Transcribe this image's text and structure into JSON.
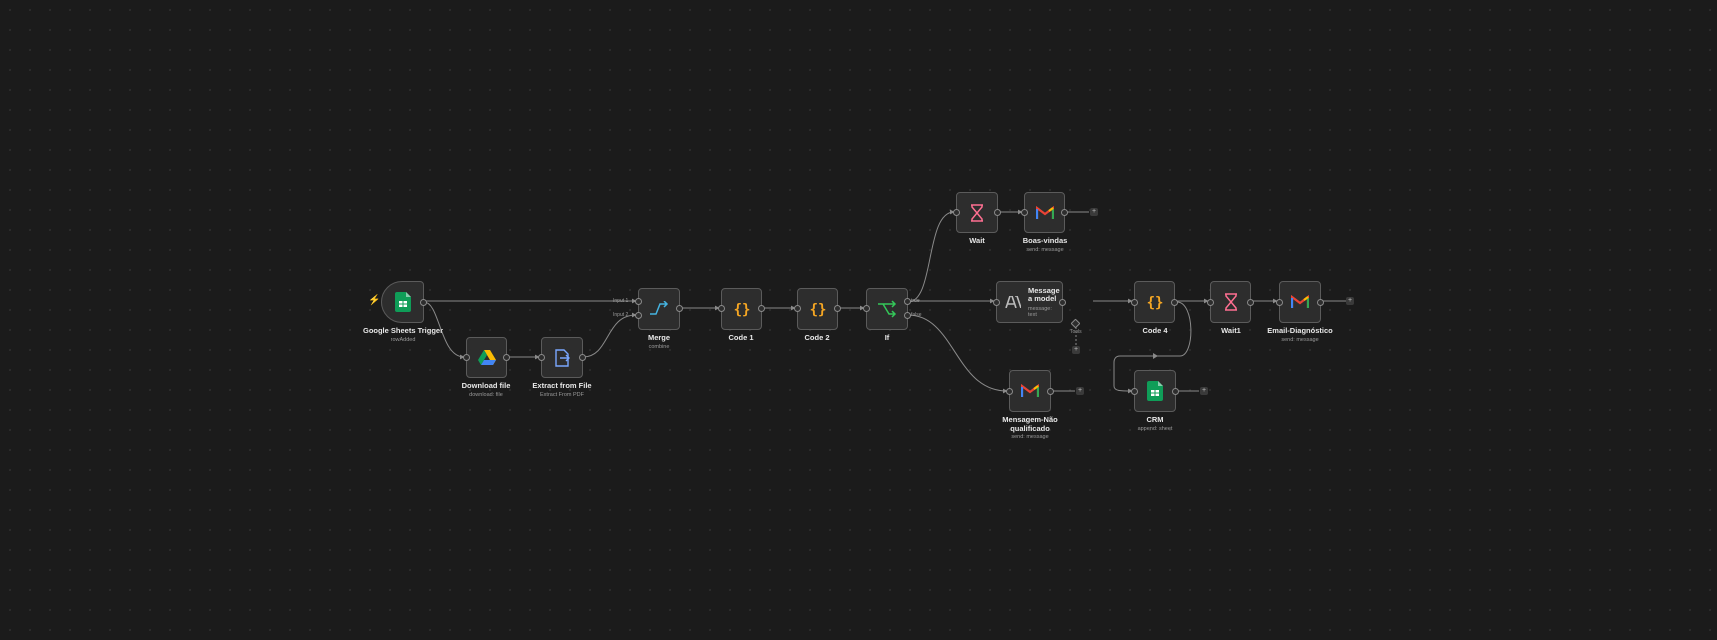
{
  "nodes": {
    "google_sheets_trigger": {
      "title": "Google Sheets Trigger",
      "sub": "rowAdded",
      "icon": "google-sheets-icon"
    },
    "download_file": {
      "title": "Download file",
      "sub": "download: file",
      "icon": "google-drive-icon"
    },
    "extract_from_file": {
      "title": "Extract from File",
      "sub": "Extract From PDF",
      "icon": "extract-file-icon"
    },
    "merge": {
      "title": "Merge",
      "sub": "combine",
      "icon": "merge-icon",
      "input1": "Input 1",
      "input2": "Input 2"
    },
    "code1": {
      "title": "Code 1",
      "icon": "code-braces-icon"
    },
    "code2": {
      "title": "Code 2",
      "icon": "code-braces-icon"
    },
    "if": {
      "title": "If",
      "icon": "if-branch-icon",
      "true_label": "true",
      "false_label": "false"
    },
    "wait": {
      "title": "Wait",
      "icon": "hourglass-icon"
    },
    "boas_vindas": {
      "title": "Boas-vindas",
      "sub": "send: message",
      "icon": "gmail-icon"
    },
    "message_model": {
      "title": "Message a model",
      "sub": "message: text",
      "icon": "anthropic-icon",
      "tools_label": "Tools"
    },
    "code4": {
      "title": "Code 4",
      "icon": "code-braces-icon"
    },
    "wait1": {
      "title": "Wait1",
      "icon": "hourglass-icon"
    },
    "email_diagnostico": {
      "title": "Email-Diagnóstico",
      "sub": "send: message",
      "icon": "gmail-icon"
    },
    "mensagem_nao": {
      "title": "Mensagem-Não qualificado",
      "sub": "send: message",
      "icon": "gmail-icon"
    },
    "crm": {
      "title": "CRM",
      "sub": "append: sheet",
      "icon": "google-sheets-icon"
    }
  },
  "colors": {
    "background": "#1b1b1b",
    "node_bg": "#2d2d2d",
    "edge": "#8a8a8a",
    "code": "#f5a623",
    "wait": "#ff6f91",
    "if": "#34c759",
    "merge": "#45b3e0",
    "sheets": "#0f9d58",
    "trigger_bolt": "#ff6d2d"
  }
}
